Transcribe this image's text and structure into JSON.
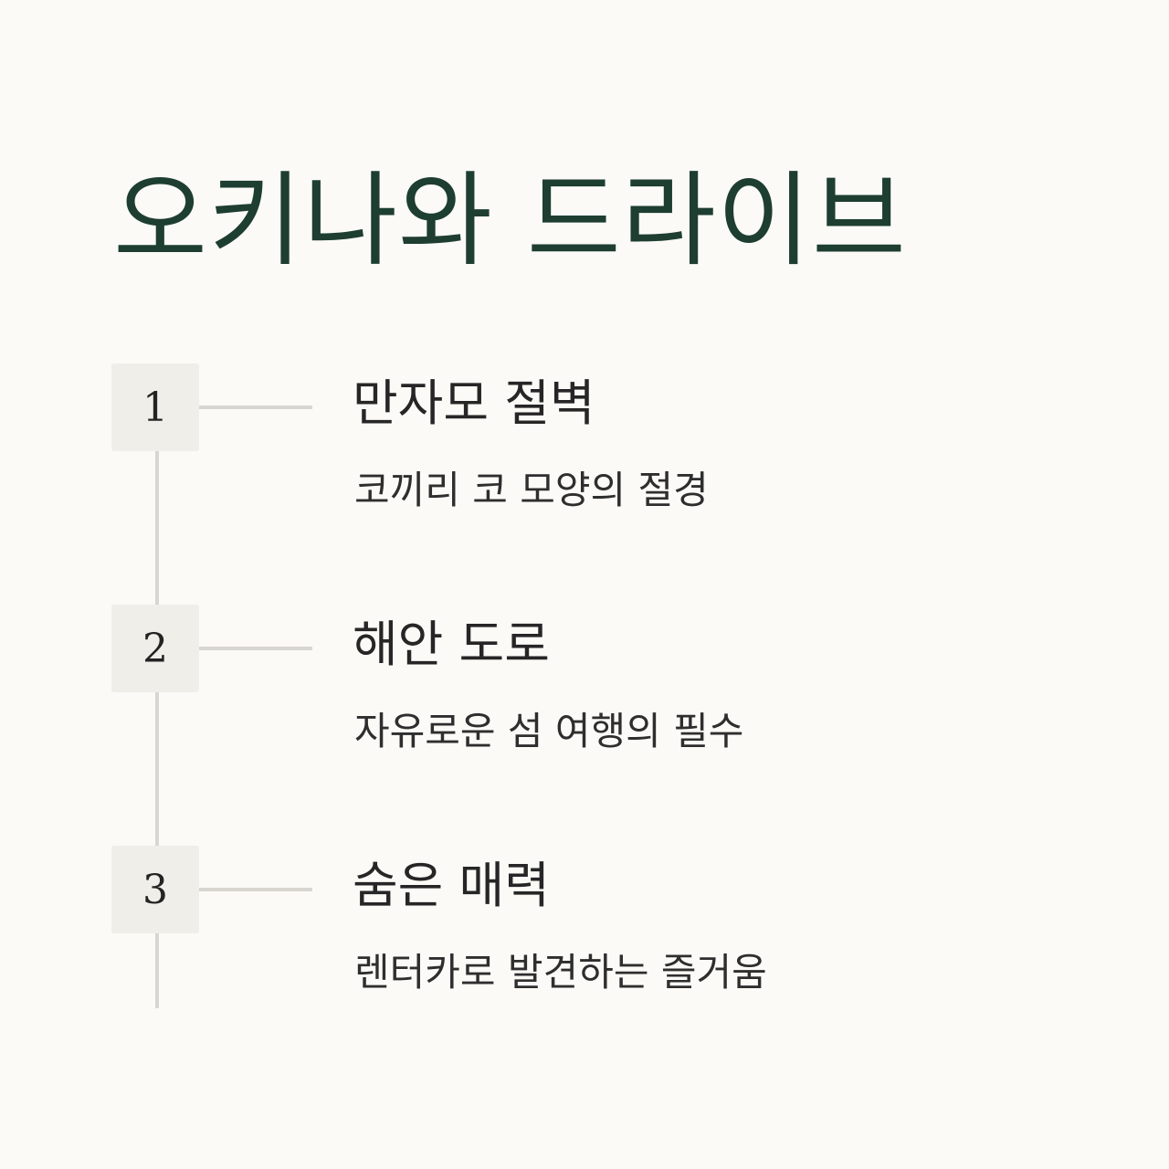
{
  "title": "오키나와 드라이브",
  "steps": [
    {
      "number": "1",
      "title": "만자모 절벽",
      "description": "코끼리 코 모양의 절경"
    },
    {
      "number": "2",
      "title": "해안 도로",
      "description": "자유로운 섬 여행의 필수"
    },
    {
      "number": "3",
      "title": "숨은 매력",
      "description": "렌터카로 발견하는 즐거움"
    }
  ],
  "colors": {
    "background": "#fbfaf6",
    "title": "#1d3e31",
    "line": "#d8d6d0",
    "number_box": "#f0eee9"
  }
}
